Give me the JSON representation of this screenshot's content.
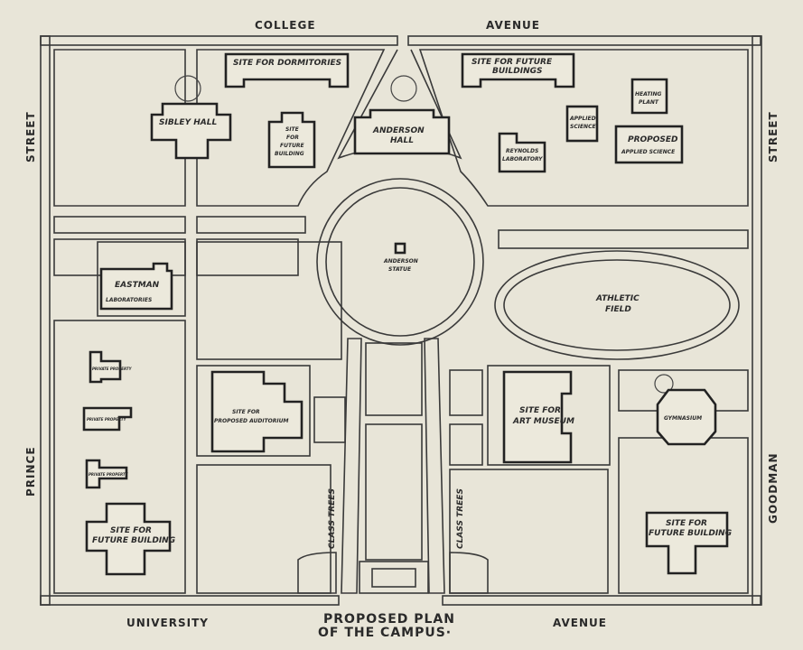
{
  "streets": {
    "north_left": "COLLEGE",
    "north_right": "AVENUE",
    "west_top": "STREET",
    "west_bottom": "PRINCE",
    "east_top": "STREET",
    "east_bottom": "GOODMAN",
    "south_left": "UNIVERSITY",
    "south_right": "AVENUE"
  },
  "title": {
    "line1": "PROPOSED PLAN",
    "line2": "OF THE CAMPUS·"
  },
  "buildings": {
    "dormitories": "SITE FOR DORMITORIES",
    "future_buildings_1": "SITE FOR FUTURE",
    "future_buildings_2": "BUILDINGS",
    "sibley": "SIBLEY HALL",
    "site_future_a1": "SITE",
    "site_future_a2": "FOR",
    "site_future_a3": "FUTURE",
    "site_future_a4": "BUILDING",
    "anderson_1": "ANDERSON",
    "anderson_2": "HALL",
    "reynolds_1": "REYNOLDS",
    "reynolds_2": "LABORATORY",
    "applied_1": "APPLIED",
    "applied_2": "SCIENCE",
    "heating_1": "HEATING",
    "heating_2": "PLANT",
    "proposed_applied_1": "PROPOSED",
    "proposed_applied_2": "APPLIED SCIENCE",
    "statue_1": "ANDERSON",
    "statue_2": "STATUE",
    "eastman_1": "EASTMAN",
    "eastman_2": "LABORATORIES",
    "athletic_1": "ATHLETIC",
    "athletic_2": "FIELD",
    "private_1": "PRIVATE PROPERTY",
    "private_2": "PRIVATE PROPERTY",
    "private_3": "PRIVATE PROPERTY",
    "auditorium_1": "SITE FOR",
    "auditorium_2": "PROPOSED AUDITORIUM",
    "museum_1": "SITE FOR",
    "museum_2": "ART MUSEUM",
    "gymnasium": "GYMNASIUM",
    "future_sw_1": "SITE FOR",
    "future_sw_2": "FUTURE BUILDING",
    "future_se_1": "SITE FOR",
    "future_se_2": "FUTURE BUILDING",
    "class_trees_left": "CLASS TREES",
    "class_trees_right": "CLASS TREES"
  }
}
